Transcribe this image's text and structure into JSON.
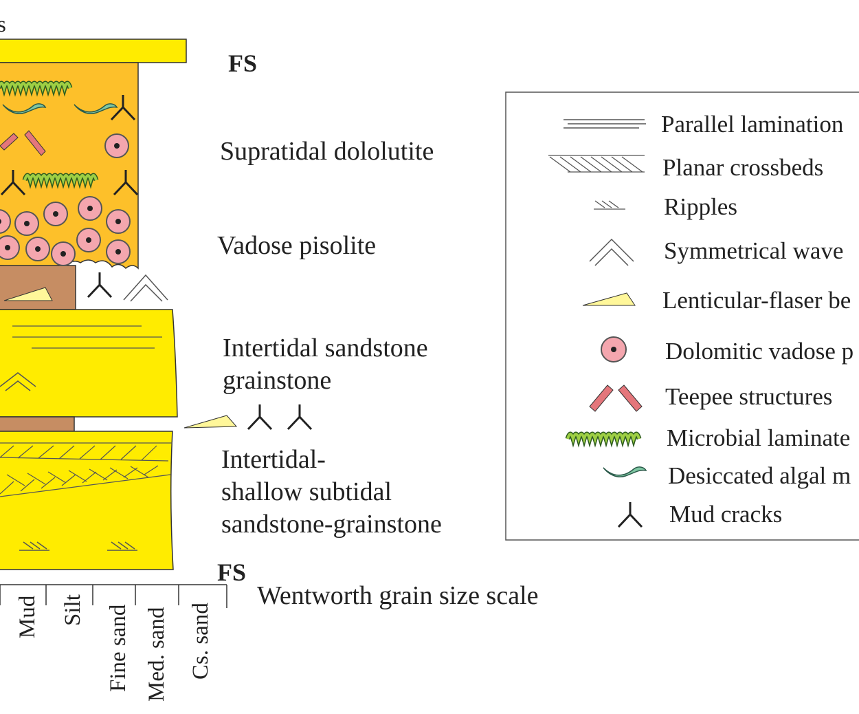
{
  "corner_text": "s",
  "surfaces": {
    "top": "FS",
    "bottom": "FS"
  },
  "facies": {
    "supratidal": "Supratidal dololutite",
    "pisolite": "Vadose pisolite",
    "intertidal": [
      "Intertidal sandstone",
      "grainstone"
    ],
    "subtidal": [
      "Intertidal-",
      "shallow subtidal",
      "sandstone-grainstone"
    ]
  },
  "legend": {
    "items": [
      {
        "icon": "parallel-lamination-icon",
        "label": "Parallel lamination"
      },
      {
        "icon": "planar-crossbeds-icon",
        "label": "Planar crossbeds"
      },
      {
        "icon": "ripples-icon",
        "label": "Ripples"
      },
      {
        "icon": "symmetrical-wave-icon",
        "label": "Symmetrical wave"
      },
      {
        "icon": "lenticular-flaser-icon",
        "label": "Lenticular-flaser be"
      },
      {
        "icon": "dolomitic-vadose-icon",
        "label": "Dolomitic vadose p"
      },
      {
        "icon": "teepee-structures-icon",
        "label": "Teepee structures"
      },
      {
        "icon": "microbial-laminate-icon",
        "label": "Microbial laminate"
      },
      {
        "icon": "desiccated-algal-icon",
        "label": "Desiccated algal m"
      },
      {
        "icon": "mud-cracks-icon",
        "label": "Mud cracks"
      }
    ]
  },
  "scale": {
    "title": "Wentworth grain size scale",
    "classes": [
      "Mud",
      "Silt",
      "Fine sand",
      "Med. sand",
      "Cs. sand"
    ]
  },
  "colors": {
    "sand_yellow": "#ffec00",
    "dolomite_orange": "#fdc02a",
    "mud_brown": "#c68d63",
    "pisoid_pink": "#f4a6ae",
    "teepee_red": "#e4767b",
    "microbial_green": "#9ecf44",
    "algal_teal": "#7fc7a3",
    "lens_yellow": "#fff79a"
  }
}
